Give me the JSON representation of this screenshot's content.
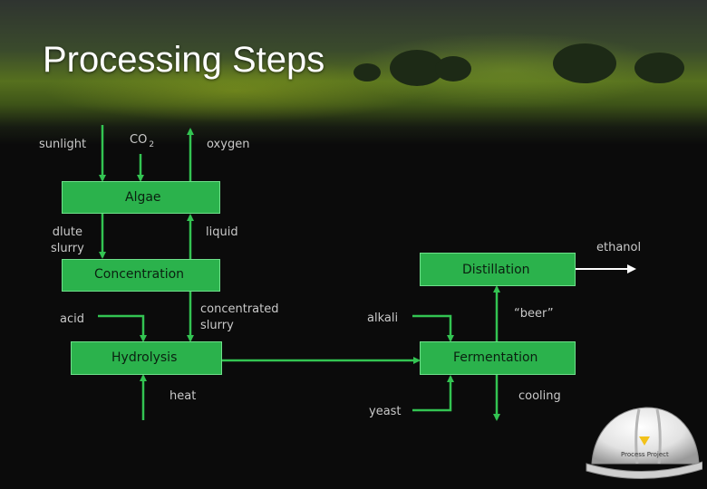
{
  "slide": {
    "title": "Processing Steps"
  },
  "process_boxes": {
    "algae": "Algae",
    "concentration": "Concentration",
    "hydrolysis": "Hydrolysis",
    "distillation": "Distillation",
    "fermentation": "Fermentation"
  },
  "flow_labels": {
    "sunlight": "sunlight",
    "co2_main": "CO",
    "co2_subscript": "2",
    "oxygen": "oxygen",
    "dilute_slurry_line1": "dlute",
    "dilute_slurry_line2": "slurry",
    "liquid": "liquid",
    "ethanol": "ethanol",
    "concentrated_slurry_line1": "concentrated",
    "concentrated_slurry_line2": "slurry",
    "acid": "acid",
    "alkali": "alkali",
    "beer": "“beer”",
    "heat": "heat",
    "yeast": "yeast",
    "cooling": "cooling"
  },
  "logo": {
    "text": "Process Project"
  },
  "colors": {
    "box_fill": "#2bb24c",
    "arrow": "#33c452",
    "ethanol_arrow": "#ffffff",
    "label_text": "#c9c9c9",
    "title_text": "#ffffff"
  }
}
